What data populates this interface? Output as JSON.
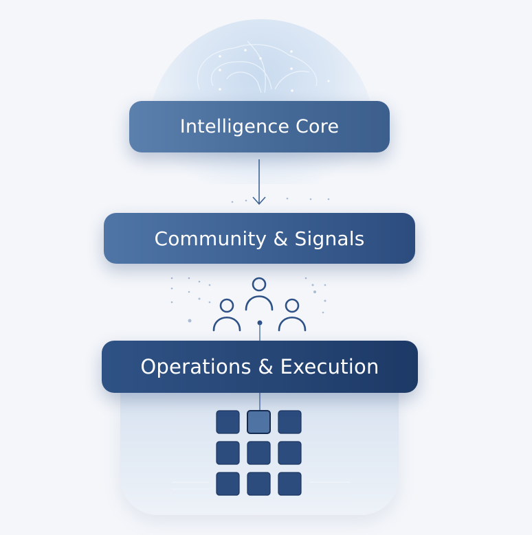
{
  "layers": [
    {
      "label": "Intelligence Core",
      "icon": "brain-icon"
    },
    {
      "label": "Community & Signals",
      "icon": "people-icon"
    },
    {
      "label": "Operations & Execution",
      "icon": "grid-icon"
    }
  ],
  "colors": {
    "primary": "#3c5f8e",
    "dark": "#1e3a68",
    "light": "#dde8f5"
  }
}
